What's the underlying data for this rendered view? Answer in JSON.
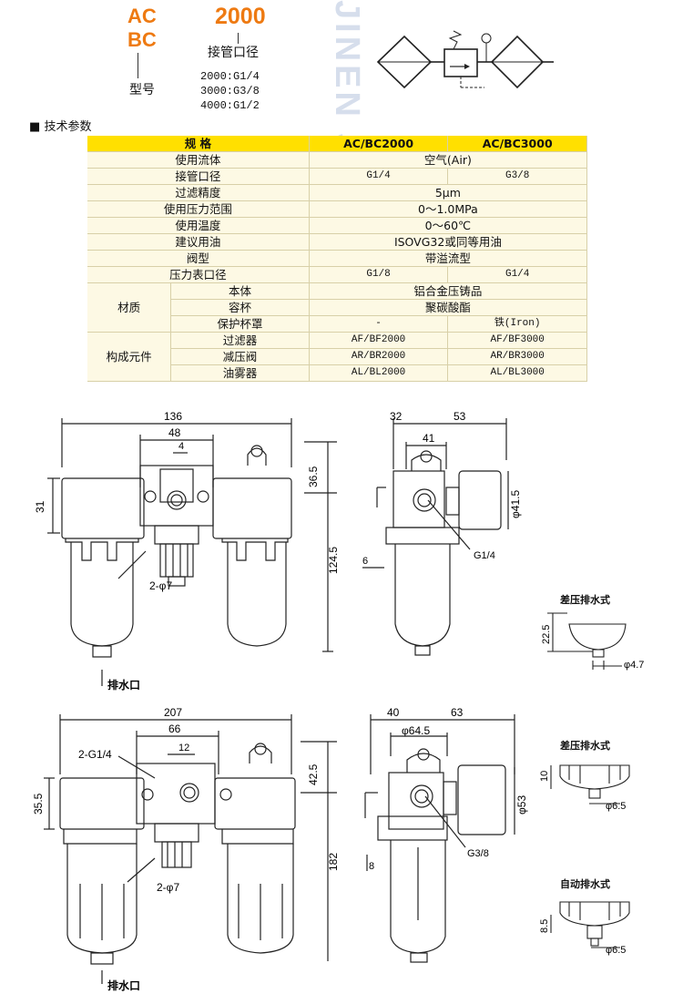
{
  "header": {
    "model_ac": "AC",
    "model_bc": "BC",
    "size": "2000",
    "model_label": "型号",
    "port_label": "接管口径",
    "port_options": [
      "2000:G1/4",
      "3000:G3/8",
      "4000:G1/2"
    ]
  },
  "watermark": "JINEN JINEN JI",
  "section_title": "技术参数",
  "section_bullet": "■",
  "spec_table": {
    "header": [
      "规 格",
      "AC/BC2000",
      "AC/BC3000"
    ],
    "rows": [
      {
        "label": "使用流体",
        "value": "空气(Air)"
      },
      {
        "label": "接管口径",
        "v2000": "G1/4",
        "v3000": "G3/8"
      },
      {
        "label": "过滤精度",
        "value": "5μm"
      },
      {
        "label": "使用压力范围",
        "value": "0～1.0MPa"
      },
      {
        "label": "使用温度",
        "value": "0～60℃"
      },
      {
        "label": "建议用油",
        "value": "ISOVG32或同等用油"
      },
      {
        "label": "阀型",
        "value": "带溢流型"
      },
      {
        "label": "压力表口径",
        "v2000": "G1/8",
        "v3000": "G1/4"
      }
    ],
    "material_group": "材质",
    "material_rows": [
      {
        "label": "本体",
        "value": "铝合金压铸品"
      },
      {
        "label": "容杯",
        "value": "聚碳酸酯"
      },
      {
        "label": "保护杯罩",
        "v2000": "-",
        "v3000": "铁(Iron)"
      }
    ],
    "component_group": "构成元件",
    "component_rows": [
      {
        "label": "过滤器",
        "v2000": "AF/BF2000",
        "v3000": "AF/BF3000"
      },
      {
        "label": "减压阀",
        "v2000": "AR/BR2000",
        "v3000": "AR/BR3000"
      },
      {
        "label": "油雾器",
        "v2000": "AL/BL2000",
        "v3000": "AL/BL3000"
      }
    ]
  },
  "drawing_top": {
    "dims": {
      "width": "136",
      "center": "48",
      "gauge": "4",
      "height_top": "36.5",
      "height_total": "124.5",
      "port_height": "31",
      "side_a": "32",
      "side_b": "53",
      "side_c": "41",
      "gauge_dia": "φ41.5",
      "side_offset": "6"
    },
    "labels": {
      "mount_holes": "2-φ7",
      "port": "G1/4",
      "drain": "排水口"
    }
  },
  "drawing_bottom": {
    "dims": {
      "width": "207",
      "center": "66",
      "gauge": "12",
      "height_top": "42.5",
      "height_total": "182",
      "port_height": "35.5",
      "side_a": "40",
      "side_b": "63",
      "side_dia": "φ64.5",
      "gauge_dia": "φ53",
      "side_offset": "8"
    },
    "labels": {
      "ports": "2-G1/4",
      "mount_holes": "2-φ7",
      "port": "G3/8",
      "drain": "排水口"
    }
  },
  "drain_details": [
    {
      "title": "差压排水式",
      "height": "22.5",
      "dia": "φ4.7"
    },
    {
      "title": "差压排水式",
      "height": "10",
      "dia": "φ6.5"
    },
    {
      "title": "自动排水式",
      "height": "8.5",
      "dia": "φ6.5"
    }
  ]
}
